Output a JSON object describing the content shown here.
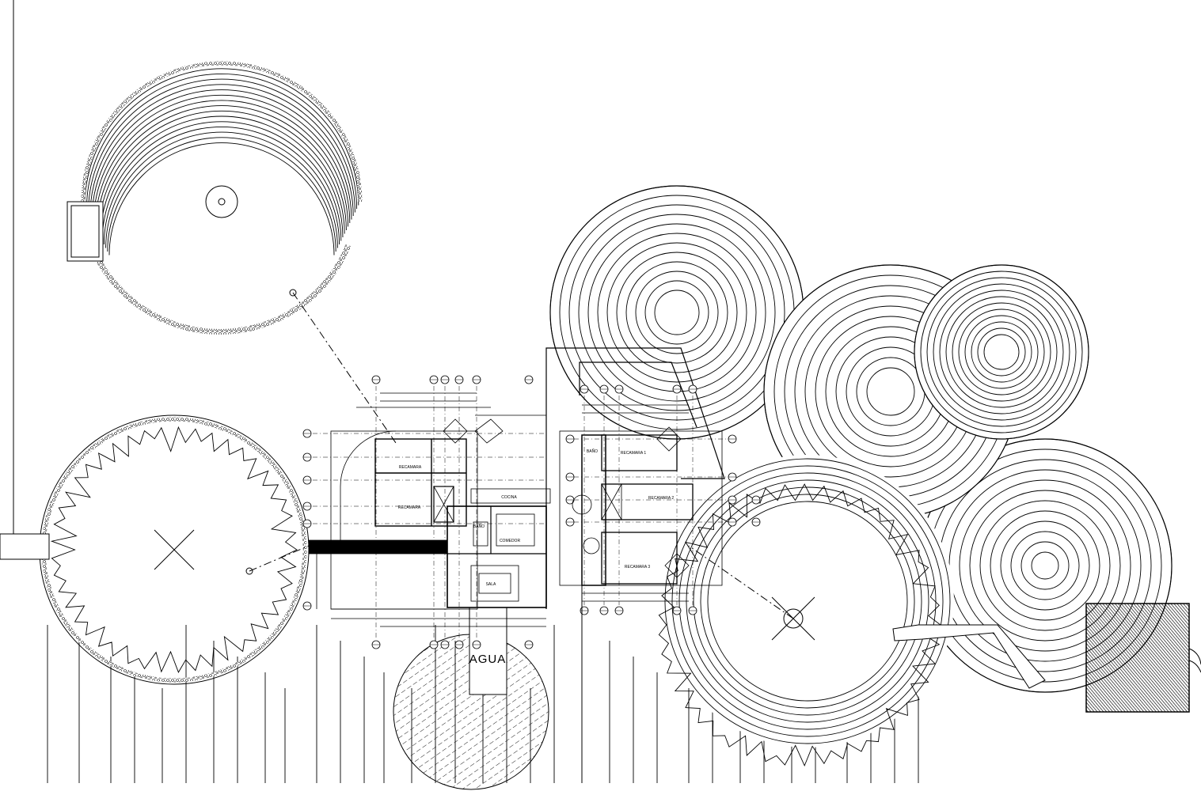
{
  "labels": {
    "agua": "AGUA",
    "recamara_a": "RECAMARA",
    "recamara_b": "RECAMARA",
    "bano": "BAÑO",
    "cocina": "COCINA",
    "comedor": "COMEDOR",
    "sala": "SALA",
    "recamara_1": "RECAMARA 1",
    "recamara_2": "RECAMARA 2",
    "recamara_3": "RECAMARA 3",
    "bano_2": "BAÑO"
  },
  "colors": {
    "ink": "#000000",
    "paper": "#ffffff"
  }
}
